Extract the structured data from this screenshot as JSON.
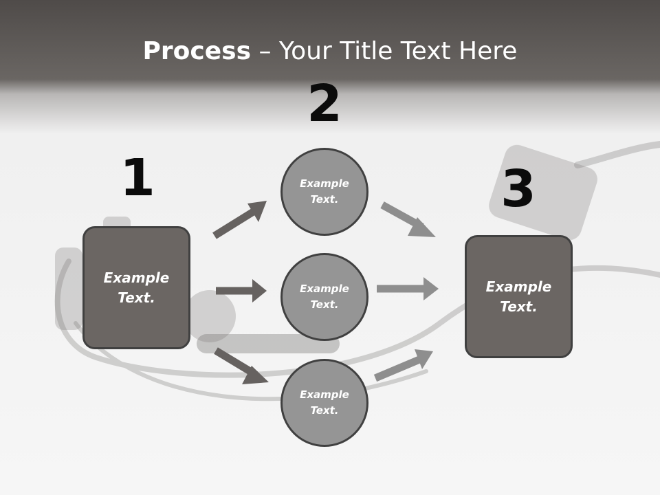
{
  "title": {
    "bold": "Process",
    "rest": " – Your Title Text Here"
  },
  "steps": {
    "one": "1",
    "two": "2",
    "three": "3"
  },
  "boxes": {
    "left": "Example Text.",
    "right": "Example Text."
  },
  "circles": {
    "top": "Example Text.",
    "middle": "Example Text.",
    "bottom": "Example Text."
  },
  "colors": {
    "header_dark": "#5a5653",
    "box_fill": "#6b6663",
    "circle_fill": "#959595",
    "arrow_dark": "#666260",
    "arrow_light": "#8e8e8e",
    "outline": "#404040"
  }
}
